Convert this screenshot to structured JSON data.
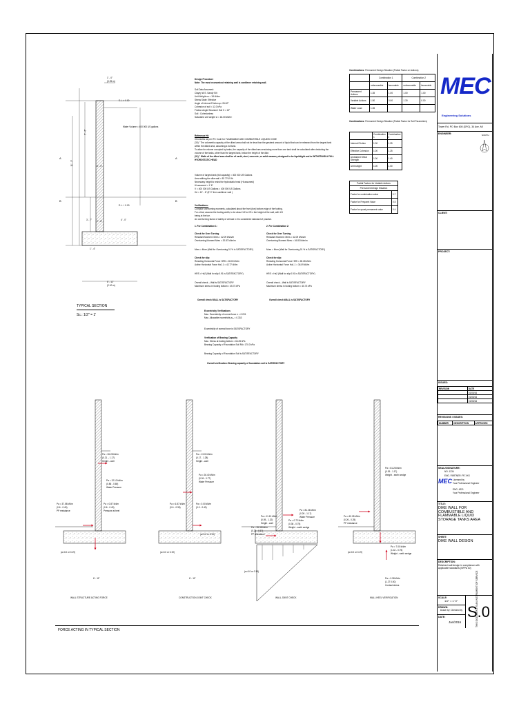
{
  "notes": {
    "design_procedure": "Design Procedure",
    "note": "Note: The most economical retaining wall is cantilever retaining wall.",
    "soil_lines": [
      "Soil Data Assumed:",
      "Clayey W.S. Sandy Silt",
      "Unit Weight ns = 18 kN/m³",
      "Stress State: Effective",
      "Angle of Internal Friction φ= 26.00°",
      "Cohesion of soil = 12.0 kPa",
      "Friction Angle Structure/ Soil δ = 13°",
      "Soil : Cohesionless",
      "Saturated unit weight w = 18.00 kN/m³"
    ],
    "reference_heading": "Reference Ht:",
    "reference_lines": [
      "Chronicles as per IFC Code for FLAMMABLE AND COMBUSTIBLE LIQUIDS CODE",
      "(30) \" The volumetric capacity of the diked area shall not be less than the greatest amount of liquid that can be released from the largest tank",
      "within the diked area, assuming a full tank.",
      "To allow for volume occupied by tanks, the capacity of the diked area enclosing more than one tank shall be calculated after deducting the",
      "volume of the tanks, other than the largest tank, below the height of the dike.",
      "(31) \" Walls of the diked area shall be of earth, steel, concrete, or solid masonry designed to be liquidtight and to WITHSTAND A FULL",
      "HYDROSTATIC HEAD"
    ],
    "volume_lines": [
      "Volume of largest tank (full capacity) = 400 000 US Gallons",
      "Area withing the dike wall = 53 776.5 ft²",
      "Necessary height to resist the hydrostatic head (Hi assumed)",
      "Hi assumed = 1' 6\"",
      "V = 400 000 US Gallons = 400 000 US Gallons",
      "Hd = 12' - 6\" (5' 0\" free cantilever wall )"
    ],
    "verifications_heading": "Verifications:",
    "verification_intro": [
      "Compute overturning moments, calculated about the front (toe) bottom edge of the footing.",
      "For a trial, assume the footing width, to be about 1/2 to 2/3 x the height of the wall, with 1/3",
      "being at the toe.",
      "An overturning factor of safety of at least 1.5 is considered standard of practice."
    ],
    "combo1": {
      "heading": "1. For Combination 1:",
      "overturning": "Check for Over Turning",
      "lines1": [
        "Resistant Moment: Mres = 42.09 kNm/m",
        "Overturning Moment Mres = 20.87 kNm/m"
      ],
      "result1": "Mres > Mver  (Wall for Overturning 01 % is SATISFACTORY)",
      "slip": "Check for slip:",
      "lines2": [
        "Resisting Horizontal Force HRS = 28.00 kN/m",
        "Active Horizontal Force Ha1.1 = 42.77 kN/m"
      ],
      "result2": "HRS > Ha2 (Wall for slip 0.91 is SATISFACTORY)",
      "lines3": [
        "Overall check – Wall is SATISFACTORY",
        "Maximum stress in footing bottom = 45.73 kPa"
      ],
      "overall": "Overall check WALL is SATISFACTORY"
    },
    "combo2": {
      "heading": "2. For Combination 2:",
      "overturning": "Check for Over Turning",
      "lines1": [
        "Resistant Moment: Mres = 42.09 kNm/m",
        "Overturning Moment Mres = 16.83 kNm/m"
      ],
      "result1": "Mres > Mver  (Wall for Overturning 01 % is SATISFACTORY)",
      "slip": "Check for slip:",
      "lines2": [
        "Resisting Horizontal Force HRS = 28.28 kN/m",
        "Active Horizontal Force Ha1.1 = 34.09 kN/m"
      ],
      "result2": "HRS > Ha2 (Wall for slip 0.91 is SATISFACTORY)",
      "lines3": [
        "Overall check – Wall is SATISFACTORY",
        "Maximum stress in footing bottom = 40.73 kPa"
      ],
      "overall": "Overall check WALL is SATISFACTORY"
    },
    "eccentricity": {
      "heading": "Eccentricity Verifications",
      "lines": [
        "Max. Eccentricity of normal force e = 0.201",
        "Max. Allowable eccentricity eₘ = 0.333"
      ],
      "result": "Eccentricity of normal force is SATISFACTORY"
    },
    "bearing": {
      "heading": "Verification of Bearing Capacity",
      "lines": [
        "Max. Stress at footing bottom = 64.25 kPa",
        "Bearing Capacity of Foundation Soil Rd= 170.0 kPa"
      ],
      "result": "Bearing Capacity of Foundation Soil is SATISFACTORY",
      "overall": "Overall verification: Bearing capacity of foundation soil is SATISFACTORY"
    }
  },
  "combinations_table": {
    "title_prefix": "Combinations:",
    "title": "Permanent Design Situation (Partial Factor on Actions)",
    "head": [
      "",
      "Combination 1",
      "",
      "Combination 2",
      ""
    ],
    "sub": [
      "",
      "unfavourable",
      "favourable",
      "unfavourable",
      "favourable"
    ],
    "rows": [
      [
        "Permanent Actions",
        "1.35",
        "1.00",
        "1.00",
        "1.00"
      ],
      [
        "Variable Actions",
        "1.50",
        "0.00",
        "1.30",
        "0.00"
      ],
      [
        "Water Load",
        "1.35",
        "",
        "",
        ""
      ]
    ]
  },
  "soil_table": {
    "title_prefix": "Combinations:",
    "title": "Permanent Design Situation (Partial Factor for Soil Parameters)",
    "head": [
      "",
      "Combination 1",
      "Combination 2"
    ],
    "rows": [
      [
        "Internal Friction",
        "1.00",
        "1.25"
      ],
      [
        "Effective Cohesion",
        "1.00",
        "1.25"
      ],
      [
        "Undrained Shear Strength",
        "1.00",
        "1.40"
      ],
      [
        "Unit weight",
        "1.00",
        "1.00"
      ]
    ]
  },
  "resist_table": {
    "head1": "Partial Factors for Variable Actions",
    "head2": "Permanent Design Situation",
    "rows": [
      [
        "Factor for combination value",
        "0.7"
      ],
      [
        "Factor for Frequent Value",
        "0.5"
      ],
      [
        "Factor for quasi-permanent value",
        "0.4"
      ]
    ]
  },
  "section": {
    "dims": [
      "1' - 0\"",
      "(0.25 m)",
      "11' - 3\"",
      "5' - 6\"",
      "5' - 0\"",
      "2' - 6\"",
      "4' - 0\"",
      "6' - 11\"",
      "(2.10 m)",
      "3' - 7\"",
      "1' - 4\""
    ],
    "water_label": "Water Volume = 400 000 US gallons",
    "levels": [
      "E.L. ± 0.00",
      "E.L. + 0.00",
      "A",
      "A",
      "B",
      "B"
    ],
    "title": "TYPICAL SECTION",
    "scale": "Sc.: 1/2\" = 1'"
  },
  "diagrams": [
    {
      "caption": "WALL STRUCTURE ACTING FORCE",
      "labels": [
        "Pa = 26.28 kN/m",
        "(0.21 – 1.17)",
        "Height - wall",
        "Pa = 12.10 kN/m",
        "(0.86 - 0.60)",
        "Water Pressure",
        "Pa = 37.58 kN/m",
        "(0.6 - 0.40)",
        "PP resistance",
        "Pa = 0.87 kN/m",
        "(0.6 - 0.40)",
        "Pressure at heel",
        "(a=0.0 or 0.19)",
        "6' - 11\""
      ]
    },
    {
      "caption": "CONSTRUCTION JOINT CHECK",
      "labels": [
        "Pa = 13.00 kN/m",
        "(0.17 - 1.28)",
        "Height - wall",
        "Pa = 26.40 kN/m",
        "(0.26 - 0.77)",
        "Water Pressure",
        "Pa = 6.87 kN/m",
        "(0.6 - 0.35)",
        "Pa = 0.00 kN/m",
        "(0.0 - 0.40)",
        "(a=0.0 or 0.19)",
        "(a=0.0 or 0.19)",
        "6' - 11\""
      ]
    },
    {
      "caption": "WALL JOINT CHECK",
      "labels": [
        "Pa = 11.13 kN/m",
        "(0.05 - 1.32)",
        "Height - wall",
        "Pa = 35.38 kN/m",
        "(0.26 - 0.17)",
        "PP resistance",
        "Pa = 0.72 kN/m",
        "(0.36 - 0.75)",
        "Weight - earth wedge",
        "Pa = 81.26 kN/m",
        "(0.26 - 1.17)",
        "Water Pressure",
        "(a=0.0 or 0.19)"
      ]
    },
    {
      "caption": "WALL HEEL VERIFICATION",
      "labels": [
        "Pa = 81.28 kN/m",
        "(0.26 - 1.17)",
        "Weight - earth wedge",
        "Pa = 62.05 kN/m",
        "(0.26 - 0.25)",
        "PP resistance",
        "Pa = 7.00 kN/m",
        "(1.42 - 0.75)",
        "Weight - earth wedge",
        "Pa = 0.98 kN/m",
        "(1.27 0.50)",
        "Contact stress",
        "(a=0.0 or 0.19)"
      ]
    }
  ],
  "bottom_title": "FORCE ACTING IN TYPICAL SECTION",
  "titleblock": {
    "logo": "MEC",
    "tagline": "Engineering Solutions",
    "address": "Tower Rd, PO Box 600 (DFG), 34 Ave, MI",
    "engineer_label": "ENGINEER:",
    "north_label": "NORTH",
    "client_label": "CLIENT:",
    "project_label": "PROJECT:",
    "issued_label": "ISSUED:",
    "issued_head": [
      "REVISION",
      "DATE"
    ],
    "issued_rows": [
      [
        "",
        "01/05/16"
      ],
      [
        "",
        "01/05/16"
      ],
      [
        "",
        "01/05/16"
      ]
    ],
    "revisions_label": "REVISIONS / ISSUES:",
    "revisions_head": [
      "NUMBER",
      "DESCRIPTION",
      "APPROVED"
    ],
    "seal_label": "SEAL/SIGNATURE:",
    "seal_lines": [
      "NO. 1234",
      "ENG. PARTNER: PE XXX",
      "Licensed by",
      "Your Professional Engineer",
      "ENG. 4321",
      "Your Professional Engineer"
    ],
    "title_label": "TITLE:",
    "title_text": "DIKE WALL FOR COMBUSTIBLE AND FLAMMABLE LIQUID STORAGE TANKS AREA",
    "sheet_label": "SHEET:",
    "sheet_text": "DIKE WALL DESIGN",
    "description_label": "DESCRIPTION:",
    "description_text": "Retained wall design in compliance with applicable standards (NFPA 30)",
    "scale_label": "SCALE:",
    "scale_text": "1/2\" = 1' 0\"",
    "drawn_label": "DRAWN:",
    "drawn_text": "Drawn by: Checked by",
    "date_label": "DATE:",
    "date_text": "Jan/2016",
    "sheet_no": "S.0",
    "vertical_text": "THIS DOCUMENT IS AN INSTRUMENT OF SERVICE"
  },
  "colors": {
    "brand": "#1428c8",
    "line": "#000000",
    "red": "#d0021b"
  }
}
